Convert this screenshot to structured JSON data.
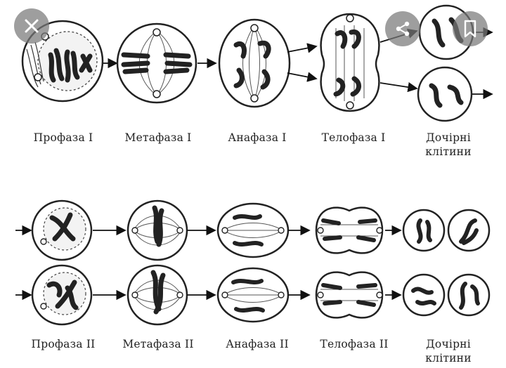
{
  "labels": {
    "row1": [
      "Профаза I",
      "Метафаза I",
      "Анафаза I",
      "Телофаза I"
    ],
    "row1_daughter": [
      "Дочірні",
      "клітини"
    ],
    "row2": [
      "Профаза II",
      "Метафаза II",
      "Анафаза II",
      "Телофаза II"
    ],
    "row2_daughter": [
      "Дочірні",
      "клітини"
    ]
  },
  "overlay": {
    "close": "close-icon",
    "share": "share-icon",
    "bookmark": "bookmark-icon"
  },
  "colors": {
    "ink": "#1a1a1a",
    "chromosome": "#2b2b2b",
    "overlay_bg": "#787878"
  }
}
